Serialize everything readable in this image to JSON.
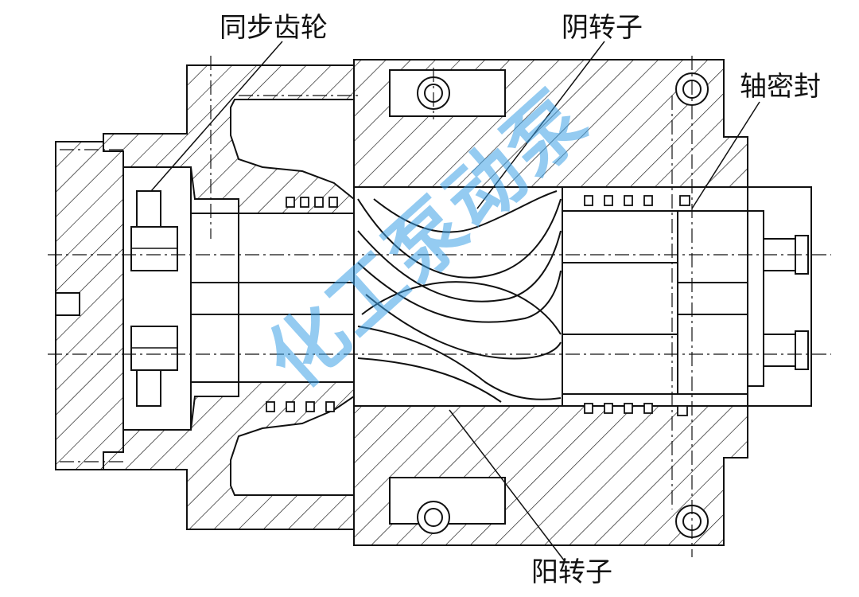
{
  "labels": {
    "sync_gear": "同步齿轮",
    "female_rotor": "阴转子",
    "shaft_seal": "轴密封",
    "male_rotor": "阳转子"
  },
  "watermark": "化工泵动泵",
  "colors": {
    "line": "#111111",
    "watermark": "#3aa0e6",
    "background": "#ffffff"
  }
}
